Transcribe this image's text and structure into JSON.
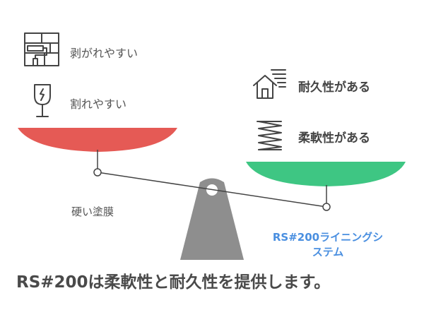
{
  "left_items": [
    {
      "label": "剥がれやすい",
      "icon": "paint-roller-wall-icon"
    },
    {
      "label": "割れやすい",
      "icon": "cracked-glass-icon"
    }
  ],
  "left_note": "硬い塗膜",
  "right_items": [
    {
      "label": "耐久性がある",
      "icon": "house-wind-icon"
    },
    {
      "label": "柔軟性がある",
      "icon": "spring-icon"
    }
  ],
  "right_note_line1": "RS#200ライニングシ",
  "right_note_line2": "ステム",
  "conclusion": "RS#200は柔軟性と耐久性を提供します。",
  "colors": {
    "left_pan": "#e55a55",
    "right_pan": "#3ec683",
    "fulcrum": "#8e8e8e",
    "accent_text": "#4a8fe0",
    "text": "#4a4a4a"
  }
}
